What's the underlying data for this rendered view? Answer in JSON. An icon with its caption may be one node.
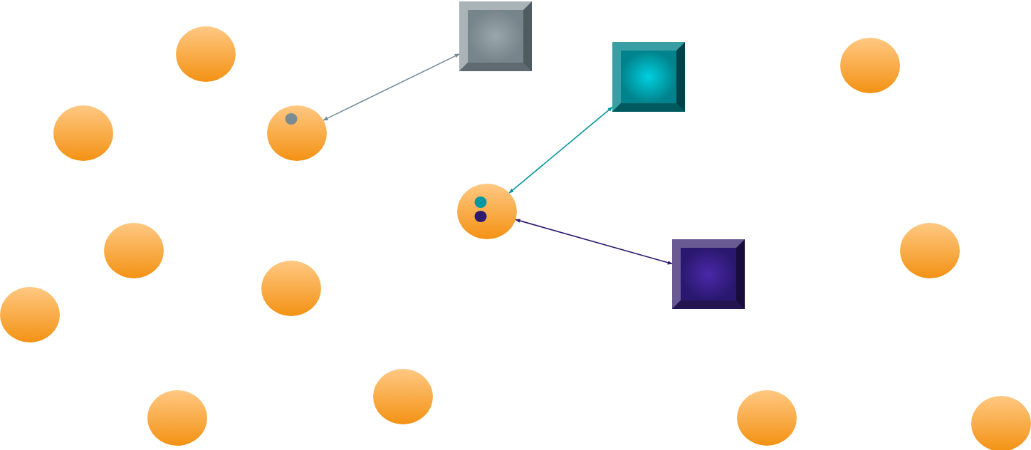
{
  "diagram": {
    "nodes": [
      {
        "text": [],
        "shape": "box"
      },
      {
        "text": [],
        "shape": "circle"
      },
      {
        "text": [],
        "shape": "circle"
      },
      {
        "text": [],
        "shape": "box"
      },
      {
        "text": [],
        "shape": "circle"
      },
      {
        "text": [],
        "shape": "circle"
      },
      {
        "text": [],
        "shape": "circle"
      },
      {
        "text": [],
        "shape": "circle"
      },
      {
        "text": [],
        "shape": "circle"
      },
      {
        "text": [],
        "shape": "box"
      },
      {
        "text": [],
        "shape": "circle"
      },
      {
        "text": [],
        "shape": "circle"
      },
      {
        "text": [],
        "shape": "circle"
      },
      {
        "text": [],
        "shape": "circle"
      },
      {
        "text": [],
        "shape": "circle"
      },
      {
        "text": [],
        "shape": "circle"
      }
    ],
    "edges": [
      {
        "from": 0,
        "to": 5,
        "arrow": "both",
        "color": "#718a96"
      },
      {
        "from": 3,
        "to": 6,
        "arrow": "both",
        "color": "#00939c"
      },
      {
        "from": 9,
        "to": 6,
        "arrow": "both",
        "color": "#2f1a70"
      }
    ]
  }
}
